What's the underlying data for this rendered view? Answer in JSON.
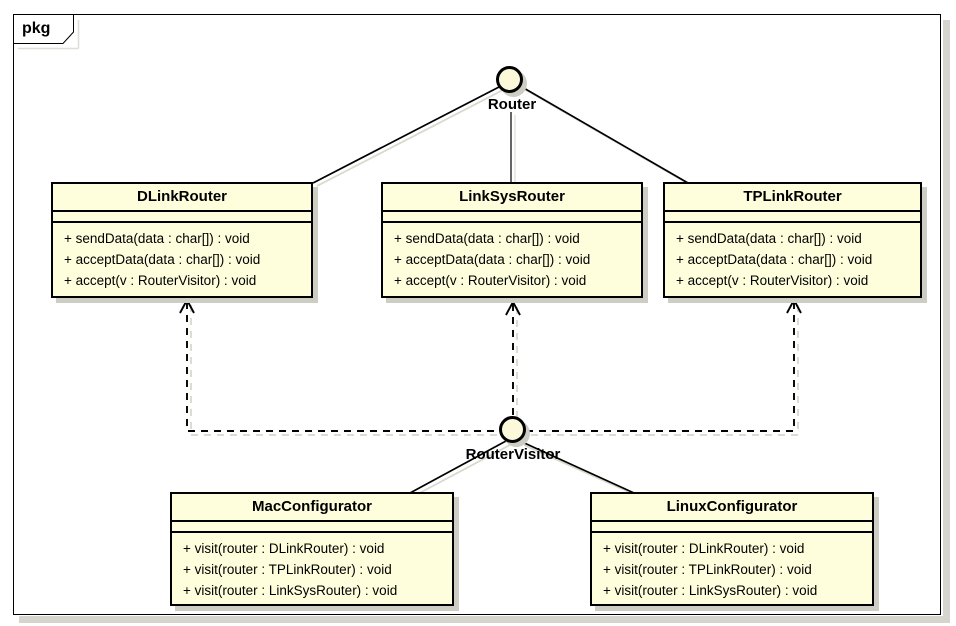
{
  "frame": {
    "tab_label": "pkg"
  },
  "colors": {
    "background": "#FFFFFF",
    "node_fill": "#FEFEDC",
    "node_border": "#000000",
    "shadow_gray": "#CDCDC4",
    "line_shadow": "#D8D8CC"
  },
  "interfaces": {
    "router": {
      "label": "Router"
    },
    "router_visitor": {
      "label": "RouterVisitor"
    }
  },
  "classes": {
    "dlink": {
      "title": "DLinkRouter",
      "methods": [
        "+ sendData(data : char[]) : void",
        "+ acceptData(data : char[]) : void",
        "+ accept(v : RouterVisitor) : void"
      ]
    },
    "linksys": {
      "title": "LinkSysRouter",
      "methods": [
        "+ sendData(data : char[]) : void",
        "+ acceptData(data : char[]) : void",
        "+ accept(v : RouterVisitor) : void"
      ]
    },
    "tplink": {
      "title": "TPLinkRouter",
      "methods": [
        "+ sendData(data : char[]) : void",
        "+ acceptData(data : char[]) : void",
        "+ accept(v : RouterVisitor) : void"
      ]
    },
    "mac": {
      "title": "MacConfigurator",
      "methods": [
        "+ visit(router : DLinkRouter) : void",
        "+ visit(router : TPLinkRouter) : void",
        "+ visit(router : LinkSysRouter) : void"
      ]
    },
    "linux": {
      "title": "LinuxConfigurator",
      "methods": [
        "+ visit(router : DLinkRouter) : void",
        "+ visit(router : TPLinkRouter) : void",
        "+ visit(router : LinkSysRouter) : void"
      ]
    }
  },
  "relations": [
    {
      "from": "DLinkRouter",
      "to": "Router",
      "type": "interface-realization",
      "style": "solid"
    },
    {
      "from": "LinkSysRouter",
      "to": "Router",
      "type": "interface-realization",
      "style": "solid"
    },
    {
      "from": "TPLinkRouter",
      "to": "Router",
      "type": "interface-realization",
      "style": "solid"
    },
    {
      "from": "RouterVisitor",
      "to": "DLinkRouter",
      "type": "dependency",
      "style": "dashed-open-arrow"
    },
    {
      "from": "RouterVisitor",
      "to": "LinkSysRouter",
      "type": "dependency",
      "style": "dashed-open-arrow"
    },
    {
      "from": "RouterVisitor",
      "to": "TPLinkRouter",
      "type": "dependency",
      "style": "dashed-open-arrow"
    },
    {
      "from": "MacConfigurator",
      "to": "RouterVisitor",
      "type": "interface-realization",
      "style": "solid"
    },
    {
      "from": "LinuxConfigurator",
      "to": "RouterVisitor",
      "type": "interface-realization",
      "style": "solid"
    }
  ]
}
